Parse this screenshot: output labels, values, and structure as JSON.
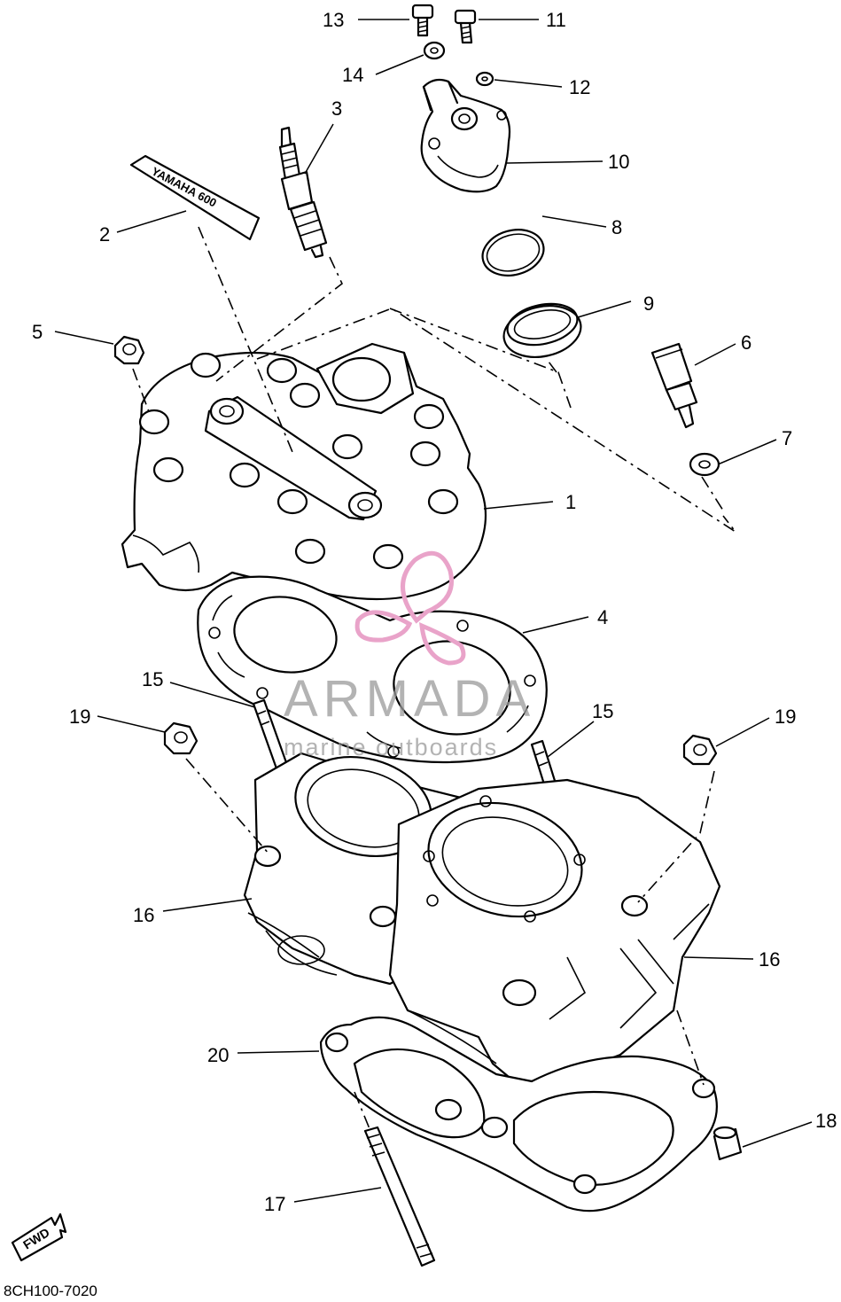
{
  "diagram": {
    "code": "8CH100-7020",
    "fwd_label": "FWD",
    "decal_text": "YAMAHA 600",
    "watermark": {
      "brand": "ARMADA",
      "tagline": "marine outboards"
    }
  },
  "callouts": [
    {
      "id": "c13",
      "label": "13"
    },
    {
      "id": "c11",
      "label": "11"
    },
    {
      "id": "c14",
      "label": "14"
    },
    {
      "id": "c12",
      "label": "12"
    },
    {
      "id": "c3",
      "label": "3"
    },
    {
      "id": "c10",
      "label": "10"
    },
    {
      "id": "c2",
      "label": "2"
    },
    {
      "id": "c8",
      "label": "8"
    },
    {
      "id": "c9",
      "label": "9"
    },
    {
      "id": "c5",
      "label": "5"
    },
    {
      "id": "c6",
      "label": "6"
    },
    {
      "id": "c7",
      "label": "7"
    },
    {
      "id": "c1",
      "label": "1"
    },
    {
      "id": "c4",
      "label": "4"
    },
    {
      "id": "c15a",
      "label": "15"
    },
    {
      "id": "c19a",
      "label": "19"
    },
    {
      "id": "c15b",
      "label": "15"
    },
    {
      "id": "c19b",
      "label": "19"
    },
    {
      "id": "c16a",
      "label": "16"
    },
    {
      "id": "c16b",
      "label": "16"
    },
    {
      "id": "c20",
      "label": "20"
    },
    {
      "id": "c18",
      "label": "18"
    },
    {
      "id": "c17",
      "label": "17"
    }
  ]
}
